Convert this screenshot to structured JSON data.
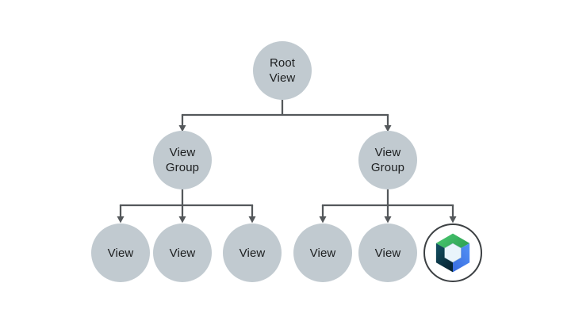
{
  "diagram": {
    "description": "View hierarchy tree",
    "background_color": "#ffffff",
    "node_fill_color": "#c1cad0",
    "node_text_color": "#1d1f20",
    "connector_color": "#54585b",
    "nodes": [
      {
        "id": "root-view",
        "label": "Root\nView"
      },
      {
        "id": "view-group-left",
        "label": "View\nGroup"
      },
      {
        "id": "view-group-right",
        "label": "View\nGroup"
      },
      {
        "id": "view-left-1",
        "label": "View"
      },
      {
        "id": "view-left-2",
        "label": "View"
      },
      {
        "id": "view-left-3",
        "label": "View"
      },
      {
        "id": "view-right-1",
        "label": "View"
      },
      {
        "id": "view-right-2",
        "label": "View"
      },
      {
        "id": "compose-leaf",
        "label": "",
        "icon": "jetpack-compose-logo"
      }
    ],
    "edges": [
      [
        "root-view",
        "view-group-left"
      ],
      [
        "root-view",
        "view-group-right"
      ],
      [
        "view-group-left",
        "view-left-1"
      ],
      [
        "view-group-left",
        "view-left-2"
      ],
      [
        "view-group-left",
        "view-left-3"
      ],
      [
        "view-group-right",
        "view-right-1"
      ],
      [
        "view-group-right",
        "view-right-2"
      ],
      [
        "view-group-right",
        "compose-leaf"
      ]
    ],
    "compose_icon_colors": {
      "green_light": "#4bca72",
      "green_dark": "#2ea153",
      "blue_light": "#5492f7",
      "blue_dark": "#3a6fe0",
      "navy_light": "#135264",
      "navy_dark": "#082634",
      "center_hexagon": "#e9f4fb",
      "ring": "#3c4043"
    }
  }
}
